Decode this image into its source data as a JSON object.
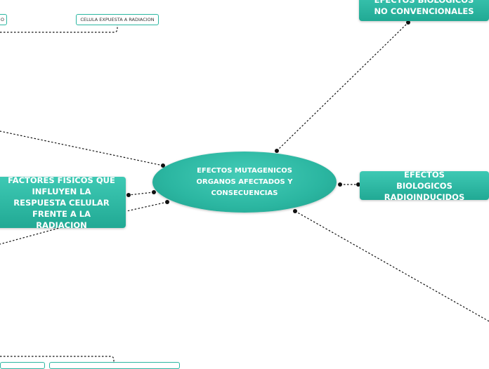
{
  "central": {
    "label": "EFECTOS MUTAGENICOS ORGANOS AFECTADOS Y CONSECUENCIAS"
  },
  "nodes": {
    "no_convencionales": "EFECTOS BIOLOGICOS NO CONVENCIONALES",
    "radioinducidos": "EFECTOS BIOLOGICOS RADIOINDUCIDOS",
    "factores_fisicos": "FACTORES FISICOS QUE INFLUYEN LA RESPUESTA CELULAR FRENTE A LA RADIACION"
  },
  "small_nodes": {
    "celula_expuesta": "CELULA EXPUESTA A RADIACION",
    "partial_left": "O"
  },
  "colors": {
    "node_fill": "#2bb6a1",
    "node_fill_light": "#3ec9b4",
    "line": "#111111",
    "small_border": "#2bb6a1"
  }
}
